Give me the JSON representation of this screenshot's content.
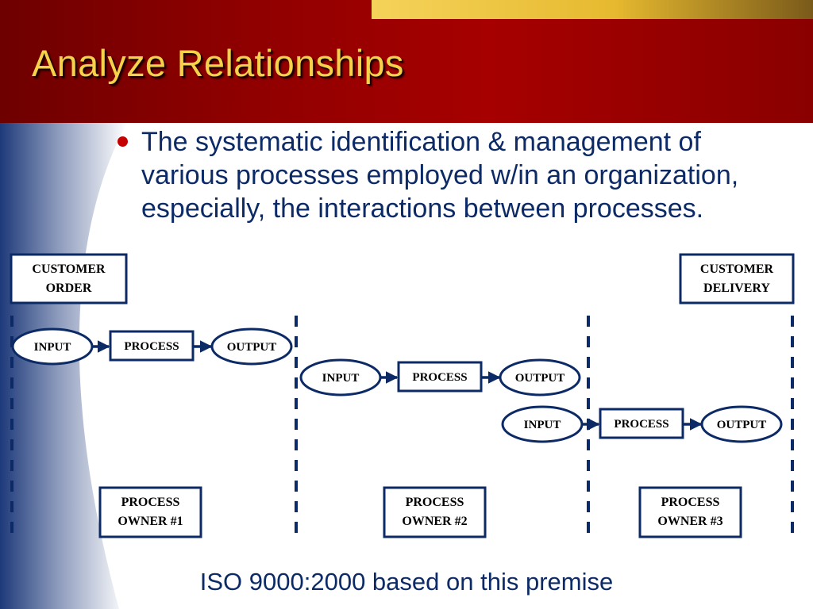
{
  "slide": {
    "title": "Analyze Relationships",
    "bullet": "The systematic identification & management of various processes employed w/in an organization, especially, the interactions between processes.",
    "footer": "ISO 9000:2000 based on this premise"
  },
  "diagram": {
    "endpoints": {
      "start": [
        "CUSTOMER",
        "ORDER"
      ],
      "end": [
        "CUSTOMER",
        "DELIVERY"
      ]
    },
    "chain_labels": {
      "input": "INPUT",
      "process": "PROCESS",
      "output": "OUTPUT"
    },
    "owners": [
      [
        "PROCESS",
        "OWNER #1"
      ],
      [
        "PROCESS",
        "OWNER #2"
      ],
      [
        "PROCESS",
        "OWNER #3"
      ]
    ]
  },
  "colors": {
    "header_red": "#8f0000",
    "title_gold": "#f5d24a",
    "accent_gold": "#e6b92f",
    "navy": "#0c2a66",
    "bullet_red": "#c40000"
  }
}
